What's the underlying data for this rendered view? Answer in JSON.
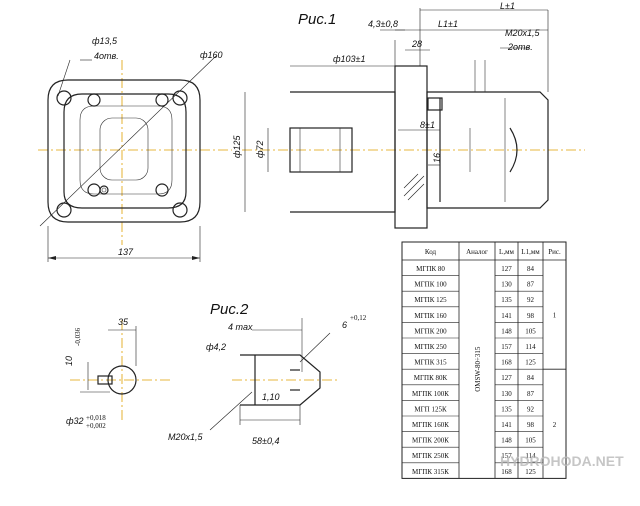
{
  "figure_labels": {
    "fig1": "Рис.1",
    "fig2": "Рис.2"
  },
  "flange_view": {
    "hole_dia": "ф13,5",
    "hole_count": "4отв.",
    "bolt_circle": "ф160",
    "width": "137"
  },
  "side_view": {
    "total_length": "L±1",
    "length_l1": "L1±1",
    "offset": "4,3±0,8",
    "port_thread": "M20х1,5",
    "port_count": "2отв.",
    "flange_thk": "28",
    "pilot_dia": "ф103±1",
    "outer_dia": "ф125",
    "shaft_dia": "ф72",
    "key_width": "8±1",
    "key_length": "16"
  },
  "fig2_view": {
    "shaft_len": "35",
    "key_depth": "10",
    "tol_key": "-0,036",
    "shaft_dia": "ф32",
    "tol_top": "+0,018",
    "tol_bottom": "+0,002",
    "depth_max": "4 max",
    "hole_dia": "ф4,2",
    "angle": "6",
    "angle_tol": "+0,12",
    "roughness": "1,10",
    "thread": "M20х1,5",
    "port_len": "58±0,4"
  },
  "table": {
    "headers": [
      "Код",
      "Аналог",
      "L,мм",
      "L1,мм",
      "Рис."
    ],
    "analog": "OMSW-80÷315",
    "rows": [
      [
        "МГПК 80",
        "127",
        "84"
      ],
      [
        "МГПК 100",
        "130",
        "87"
      ],
      [
        "МГПК 125",
        "135",
        "92"
      ],
      [
        "МГПК 160",
        "141",
        "98"
      ],
      [
        "МГПК 200",
        "148",
        "105"
      ],
      [
        "МГПК 250",
        "157",
        "114"
      ],
      [
        "МГПК 315",
        "168",
        "125"
      ],
      [
        "МГПК 80К",
        "127",
        "84"
      ],
      [
        "МГПК 100К",
        "130",
        "87"
      ],
      [
        "МГП 125К",
        "135",
        "92"
      ],
      [
        "МГПК 160К",
        "141",
        "98"
      ],
      [
        "МГПК 200К",
        "148",
        "105"
      ],
      [
        "МГПК 250К",
        "157",
        "114"
      ],
      [
        "МГПК 315К",
        "168",
        "125"
      ]
    ],
    "fig_group1": "1",
    "fig_group2": "2"
  },
  "watermark": "HYDROHODA.NET"
}
